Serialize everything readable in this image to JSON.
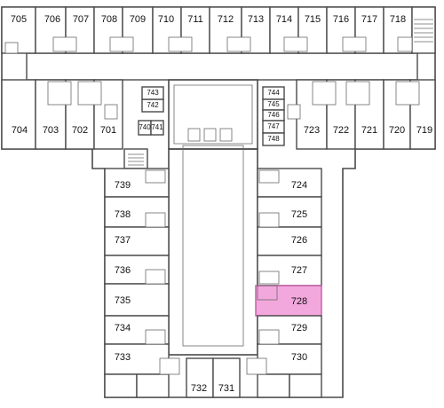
{
  "map": {
    "rooms": [
      {
        "id": "705",
        "label": "705"
      },
      {
        "id": "706",
        "label": "706"
      },
      {
        "id": "707",
        "label": "707"
      },
      {
        "id": "708",
        "label": "708"
      },
      {
        "id": "709",
        "label": "709"
      },
      {
        "id": "710",
        "label": "710"
      },
      {
        "id": "711",
        "label": "711"
      },
      {
        "id": "712",
        "label": "712"
      },
      {
        "id": "713",
        "label": "713"
      },
      {
        "id": "714",
        "label": "714"
      },
      {
        "id": "715",
        "label": "715"
      },
      {
        "id": "716",
        "label": "716"
      },
      {
        "id": "717",
        "label": "717"
      },
      {
        "id": "718",
        "label": "718"
      },
      {
        "id": "704",
        "label": "704"
      },
      {
        "id": "703",
        "label": "703"
      },
      {
        "id": "702",
        "label": "702"
      },
      {
        "id": "701",
        "label": "701"
      },
      {
        "id": "740",
        "label": "740"
      },
      {
        "id": "741",
        "label": "741"
      },
      {
        "id": "742",
        "label": "742"
      },
      {
        "id": "743",
        "label": "743"
      },
      {
        "id": "744",
        "label": "744"
      },
      {
        "id": "745",
        "label": "745"
      },
      {
        "id": "746",
        "label": "746"
      },
      {
        "id": "747",
        "label": "747"
      },
      {
        "id": "748",
        "label": "748"
      },
      {
        "id": "723",
        "label": "723"
      },
      {
        "id": "722",
        "label": "722"
      },
      {
        "id": "721",
        "label": "721"
      },
      {
        "id": "720",
        "label": "720"
      },
      {
        "id": "719",
        "label": "719"
      },
      {
        "id": "739",
        "label": "739"
      },
      {
        "id": "738",
        "label": "738"
      },
      {
        "id": "737",
        "label": "737"
      },
      {
        "id": "736",
        "label": "736"
      },
      {
        "id": "735",
        "label": "735"
      },
      {
        "id": "734",
        "label": "734"
      },
      {
        "id": "733",
        "label": "733"
      },
      {
        "id": "732",
        "label": "732"
      },
      {
        "id": "731",
        "label": "731"
      },
      {
        "id": "724",
        "label": "724"
      },
      {
        "id": "725",
        "label": "725"
      },
      {
        "id": "726",
        "label": "726"
      },
      {
        "id": "727",
        "label": "727"
      },
      {
        "id": "728",
        "label": "728"
      },
      {
        "id": "729",
        "label": "729"
      },
      {
        "id": "730",
        "label": "730"
      }
    ],
    "highlighted_room": "728",
    "highlight_color": "#f3a8dd"
  }
}
